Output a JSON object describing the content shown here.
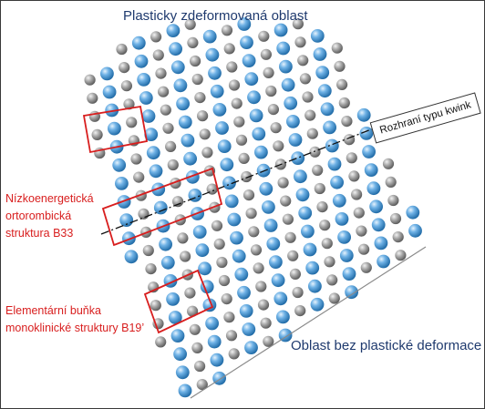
{
  "labels": {
    "top_region": "Plasticky zdeformovaná oblast",
    "bottom_region": "Oblast bez plastické deformace",
    "interface": "Rozhraní typu kwink",
    "b33_lines": [
      "Nízkoenergetická",
      "ortorombická",
      "struktura B33"
    ],
    "b19_lines": [
      "Elementární buňka",
      "monoklinické struktury B19’"
    ]
  },
  "colors": {
    "blue_text": "#1f3a6e",
    "red": "#d81e1e",
    "blue_atom": "#4b9ad6",
    "gray_atom": "#9a9a9a",
    "interface_line": "#111111",
    "boundary_line": "#8a8a8a"
  },
  "icons": [
    "blue-atom-sphere",
    "gray-atom-sphere",
    "red-cell-rectangle"
  ]
}
